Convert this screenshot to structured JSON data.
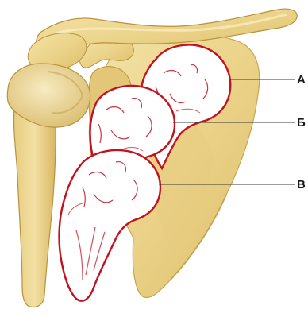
{
  "figure": {
    "labels": [
      {
        "id": "A",
        "text": "А"
      },
      {
        "id": "B",
        "text": "Б"
      },
      {
        "id": "V",
        "text": "В"
      }
    ]
  },
  "colors": {
    "bone_fill": "#EFD890",
    "bone_shadow": "#D9B860",
    "bone_edge": "#B8923E",
    "humerus_outline": "#C1121F",
    "humerus_fill": "#FFFFFF",
    "leader": "#3a3a3a",
    "label": "#1a1a1a"
  }
}
